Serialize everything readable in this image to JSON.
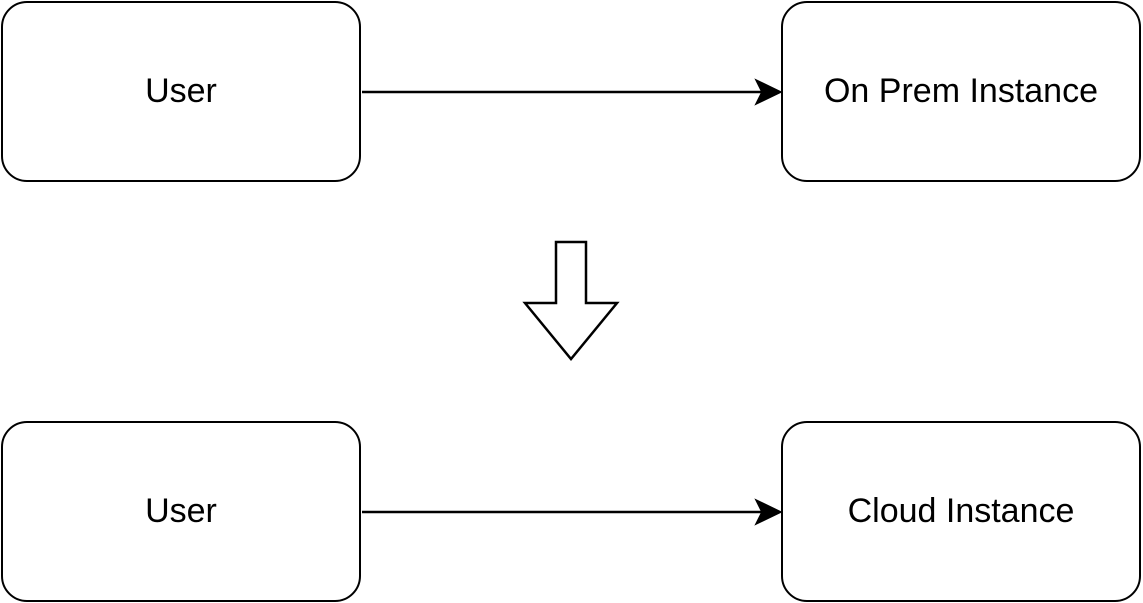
{
  "diagram": {
    "before": {
      "source_label": "User",
      "target_label": "On Prem Instance"
    },
    "after": {
      "source_label": "User",
      "target_label": "Cloud Instance"
    },
    "transition": "down-arrow"
  },
  "colors": {
    "stroke": "#000000",
    "fill": "#ffffff"
  }
}
